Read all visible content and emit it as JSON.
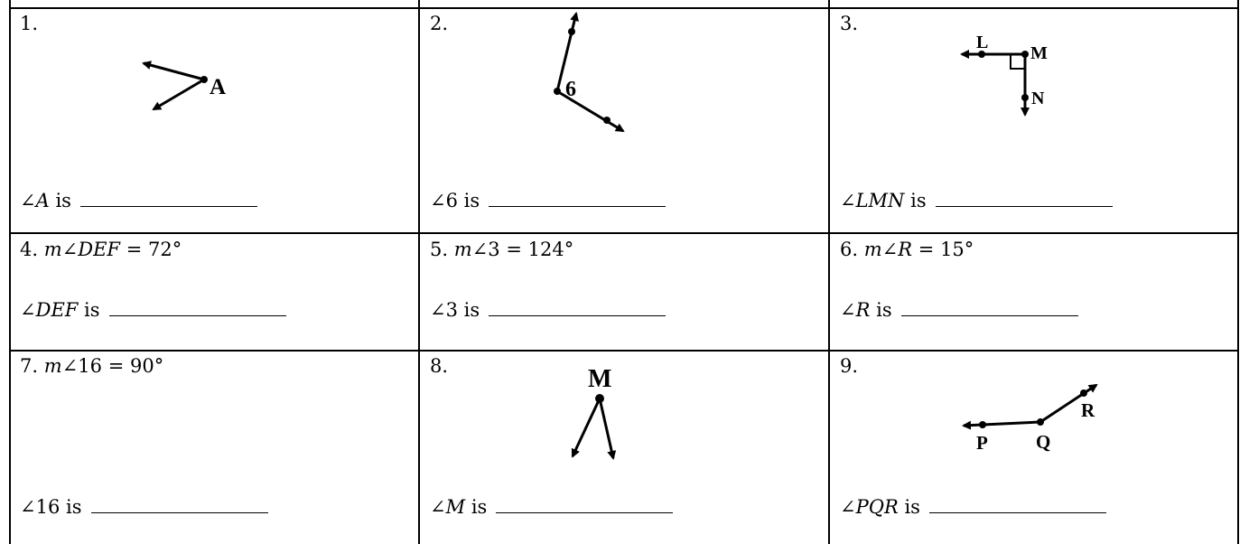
{
  "problems": [
    {
      "label": "1.",
      "angle": "A",
      "is_text": "is"
    },
    {
      "label": "2.",
      "angle": "6",
      "is_text": "is"
    },
    {
      "label": "3.",
      "angle": "LMN",
      "is_text": "is"
    },
    {
      "label": "4.",
      "measure_name": "DEF",
      "measure_value": "72",
      "angle": "DEF",
      "is_text": "is"
    },
    {
      "label": "5.",
      "measure_name": "3",
      "measure_value": "124",
      "angle": "3",
      "is_text": "is"
    },
    {
      "label": "6.",
      "measure_name": "R",
      "measure_value": "15",
      "angle": "R",
      "is_text": "is"
    },
    {
      "label": "7.",
      "measure_name": "16",
      "measure_value": "90",
      "angle": "16",
      "is_text": "is"
    },
    {
      "label": "8.",
      "angle": "M",
      "is_text": "is"
    },
    {
      "label": "9.",
      "angle": "PQR",
      "is_text": "is"
    }
  ],
  "symbols": {
    "angle": "∠",
    "m": "m",
    "equals": "=",
    "degree": "°"
  },
  "figure_labels": {
    "p1": {
      "vertex": "A"
    },
    "p2": {
      "vertex": "6"
    },
    "p3": {
      "l": "L",
      "m": "M",
      "n": "N"
    },
    "p8": {
      "vertex": "M"
    },
    "p9": {
      "p": "P",
      "q": "Q",
      "r": "R"
    }
  }
}
